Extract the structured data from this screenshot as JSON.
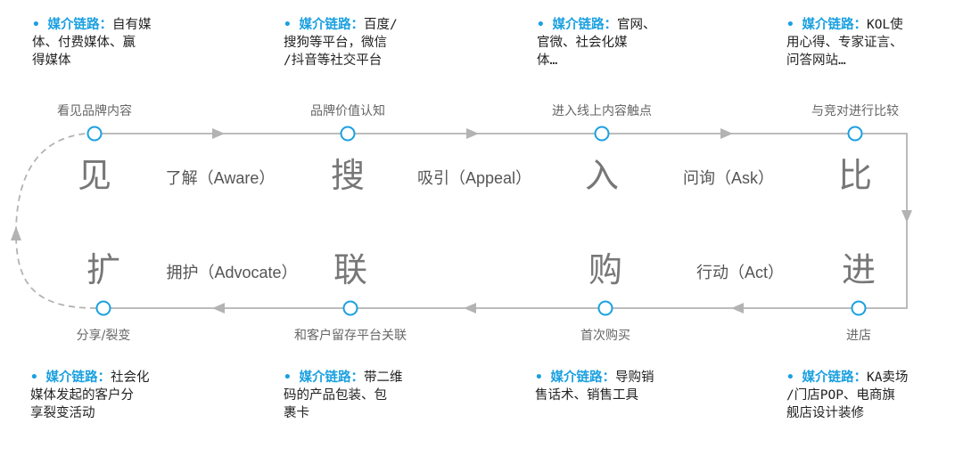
{
  "colors": {
    "accent": "#1aa0e0",
    "line": "#b3b3b3",
    "node_stroke": "#1aa0e0"
  },
  "notes": [
    {
      "bullet": "•",
      "prefix": "媒介链路：",
      "lines": [
        "自有媒",
        "体、付费媒体、赢",
        "得媒体"
      ]
    },
    {
      "bullet": "•",
      "prefix": "媒介链路：",
      "lines": [
        "百度/",
        "搜狗等平台，微信",
        "/抖音等社交平台"
      ]
    },
    {
      "bullet": "•",
      "prefix": "媒介链路：",
      "lines": [
        "官网、",
        "官微、社会化媒",
        "体…"
      ]
    },
    {
      "bullet": "•",
      "prefix": "媒介链路：",
      "lines": [
        "KOL使",
        "用心得、专家证言、",
        "问答网站…"
      ]
    },
    {
      "bullet": "•",
      "prefix": "媒介链路：",
      "lines": [
        "社会化",
        "媒体发起的客户分",
        "享裂变活动"
      ]
    },
    {
      "bullet": "•",
      "prefix": "媒介链路：",
      "lines": [
        "带二维",
        "码的产品包装、包",
        "裹卡"
      ]
    },
    {
      "bullet": "•",
      "prefix": "媒介链路：",
      "lines": [
        "导购销",
        "售话术、销售工具"
      ]
    },
    {
      "bullet": "•",
      "prefix": "媒介链路：",
      "lines": [
        "KA卖场",
        "/门店POP、电商旗",
        "舰店设计装修"
      ]
    }
  ],
  "top_labels": [
    "看见品牌内容",
    "品牌价值认知",
    "进入线上内容触点",
    "与竞对进行比较"
  ],
  "bottom_labels": [
    "分享/裂变",
    "和客户留存平台关联",
    "首次购买",
    "进店"
  ],
  "top_chars": [
    "见",
    "搜",
    "入",
    "比"
  ],
  "bottom_chars": [
    "扩",
    "联",
    "购",
    "进"
  ],
  "top_phases": [
    "了解（Aware）",
    "吸引（Appeal）",
    "问询（Ask）"
  ],
  "bottom_phases": [
    "拥护（Advocate）",
    "行动（Act）"
  ]
}
